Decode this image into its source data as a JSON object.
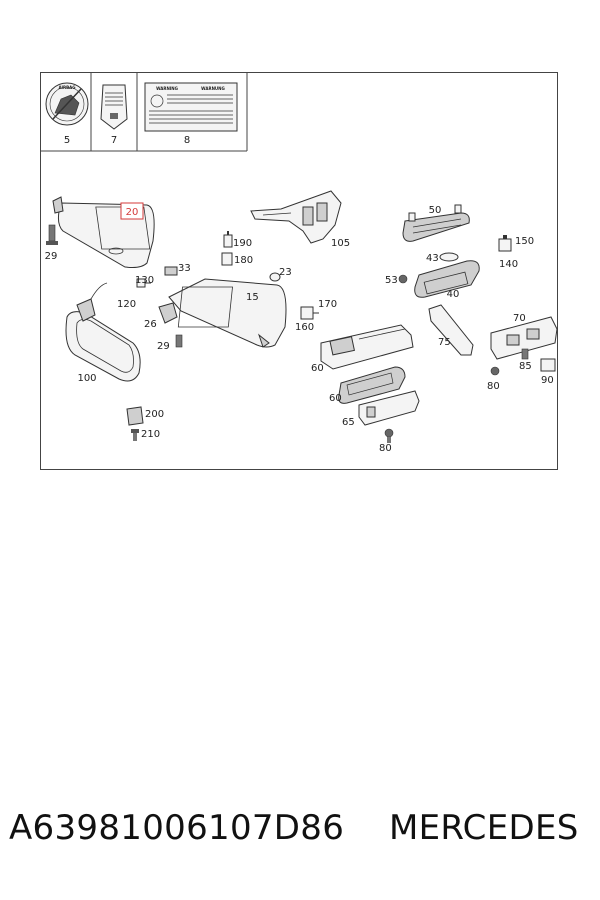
{
  "diagram": {
    "labels": {
      "p5": "5",
      "p7": "7",
      "p8": "8",
      "p20": "20",
      "p29a": "29",
      "p190": "190",
      "p180": "180",
      "p105": "105",
      "p50": "50",
      "p43": "43",
      "p150": "150",
      "p140": "140",
      "p53": "53",
      "p40": "40",
      "p130": "130",
      "p120": "120",
      "p33": "33",
      "p23": "23",
      "p15": "15",
      "p170": "170",
      "p160": "160",
      "p26": "26",
      "p29b": "29",
      "p100": "100",
      "p70": "70",
      "p75": "75",
      "p60a": "60",
      "p85": "85",
      "p80a": "80",
      "p90": "90",
      "p60b": "60",
      "p65": "65",
      "p80b": "80",
      "p200": "200",
      "p210": "210"
    },
    "sticker_texts": {
      "airbag_badge": "AIRBAG",
      "warning_left": "WARNING",
      "warning_right": "WARNUNG"
    }
  },
  "caption": {
    "part_number": "A63981006107D86",
    "brand": "MERCEDES"
  },
  "colors": {
    "frame": "#444444",
    "highlight": "#d43a3a",
    "text": "#222222"
  }
}
